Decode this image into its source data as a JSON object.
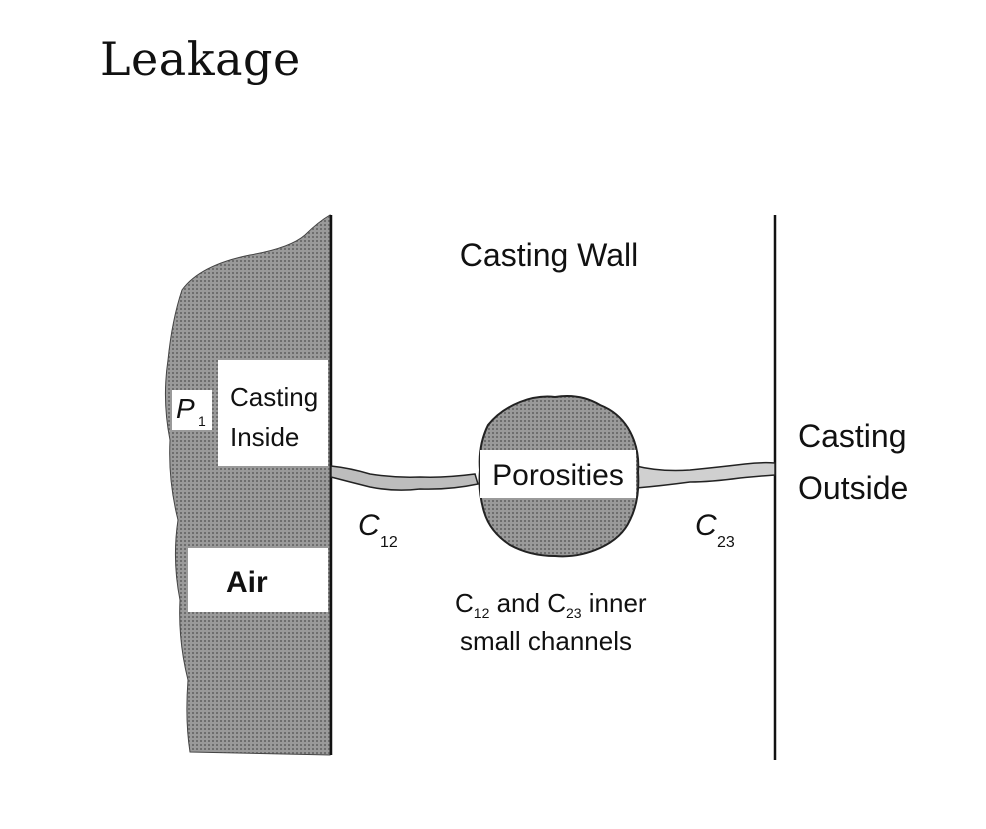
{
  "title": "Leakage",
  "labels": {
    "casting_wall": "Casting Wall",
    "pressure_symbol": "P",
    "pressure_sub": "1",
    "casting_inside_1": "Casting",
    "casting_inside_2": "Inside",
    "air": "Air",
    "porosities": "Porosities",
    "casting_outside_1": "Casting",
    "casting_outside_2": "Outside",
    "c12_symbol": "C",
    "c12_sub": "12",
    "c23_symbol": "C",
    "c23_sub": "23",
    "note_c": "C",
    "note_c12_sub": "12",
    "note_and": " and ",
    "note_c23_sub": "23",
    "note_inner": " inner",
    "note_line2": "small channels"
  },
  "colors": {
    "dark_fill": "#8c8c8c",
    "line": "#111111",
    "background": "#ffffff"
  }
}
